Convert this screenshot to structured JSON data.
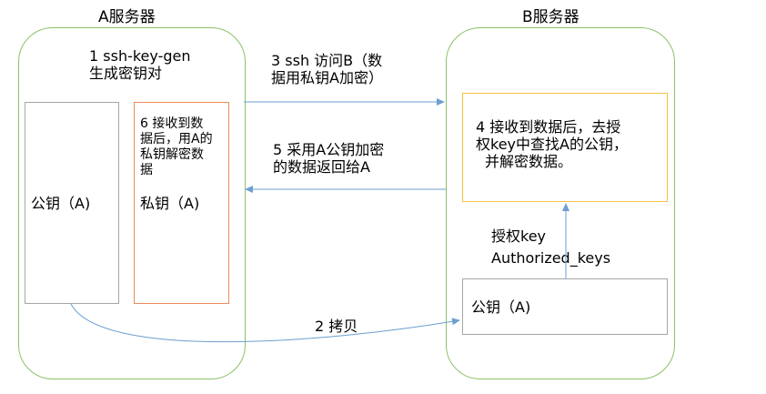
{
  "server_a": {
    "title": "A服务器"
  },
  "server_b": {
    "title": "B服务器"
  },
  "step1": {
    "line1": "1 ssh-key-gen",
    "line2": "生成密钥对"
  },
  "public_key_a": {
    "label": "公钥（A)"
  },
  "private_box": {
    "line1": "6 接收到数",
    "line2": "据后，用A的",
    "line3": "私钥解密数",
    "line4": "据",
    "label": "私钥（A)"
  },
  "step3": {
    "line1": "3 ssh 访问B（数",
    "line2": "据用私钥A加密）"
  },
  "step5": {
    "line1": "5 采用A公钥加密",
    "line2": "的数据返回给A"
  },
  "step4": {
    "line1": "4 接收到数据后，去授",
    "line2": "权key中查找A的公钥，",
    "line3": "并解密数据。"
  },
  "auth_keys": {
    "line1": "授权key",
    "line2": "Authorized_keys"
  },
  "public_key_b": {
    "label": "公钥（A)"
  },
  "step2": {
    "label": "2 拷贝"
  },
  "colors": {
    "server_border": "#8cc168",
    "arrow": "#6d9fd1",
    "orange": "#ed8b5a",
    "yellow": "#f5c242",
    "gray": "#a6a6a6"
  }
}
